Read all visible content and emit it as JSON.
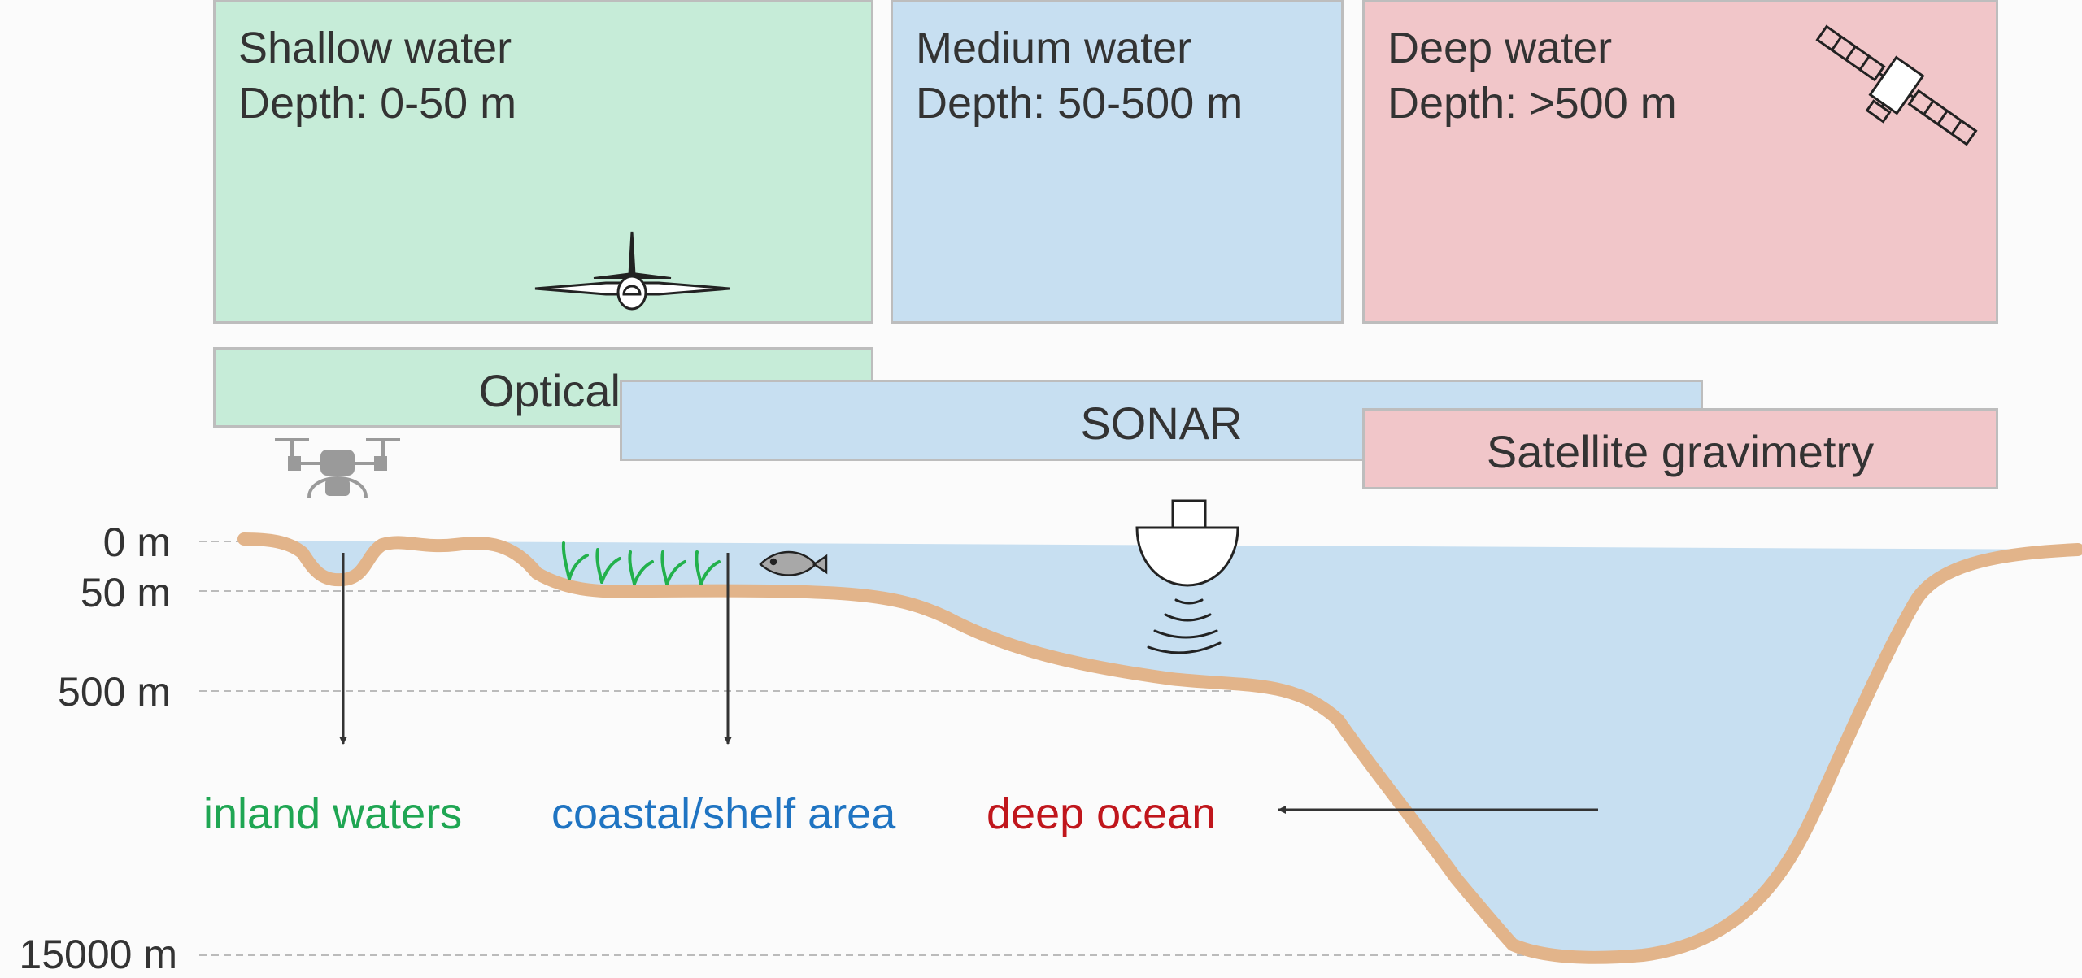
{
  "zones": [
    {
      "title": "Shallow water",
      "depth": "Depth: 0-50 m",
      "color": "#c6ecd8"
    },
    {
      "title": "Medium water",
      "depth": "Depth: 50-500 m",
      "color": "#c7dff1"
    },
    {
      "title": "Deep water",
      "depth": "Depth: >500 m",
      "color": "#f1c6c9"
    }
  ],
  "methods": {
    "optical": "Optical",
    "sonar": "SONAR",
    "gravimetry": "Satellite gravimetry"
  },
  "depths": [
    "0 m",
    "50 m",
    "500 m",
    "15000 m"
  ],
  "regions": [
    {
      "label": "inland waters",
      "color": "#1fa653"
    },
    {
      "label": "coastal/shelf area",
      "color": "#1f74c2"
    },
    {
      "label": "deep ocean",
      "color": "#c0161c"
    }
  ],
  "icons": [
    "airplane-icon",
    "satellite-icon",
    "drone-icon",
    "ship-icon",
    "sonar-waves-icon",
    "fish-icon",
    "seagrass-icon"
  ],
  "colors": {
    "seafloor": "#e2b48a",
    "water": "#c7dff1",
    "arrow": "#333333"
  }
}
